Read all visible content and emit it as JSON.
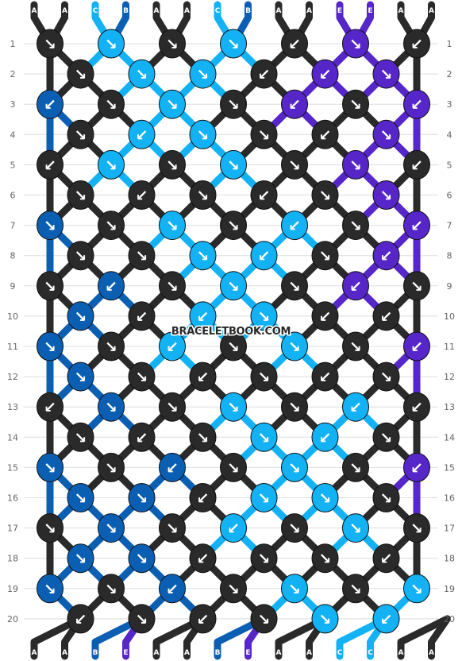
{
  "watermark": "BRACELETBOOK.COM",
  "palette": {
    "A": "#2a2a2a",
    "B": "#0b5fb3",
    "C": "#12b2f5",
    "E": "#5626c9"
  },
  "row_labels": [
    "1",
    "2",
    "3",
    "4",
    "5",
    "6",
    "7",
    "8",
    "9",
    "10",
    "11",
    "12",
    "13",
    "14",
    "15",
    "16",
    "17",
    "18",
    "19",
    "20"
  ],
  "top_strings": [
    "A",
    "A",
    "C",
    "B",
    "A",
    "A",
    "C",
    "B",
    "A",
    "A",
    "E",
    "E",
    "A",
    "A"
  ],
  "bottom_strings": [
    "A",
    "A",
    "B",
    "E",
    "A",
    "A",
    "B",
    "E",
    "A",
    "A",
    "C",
    "C",
    "A",
    "A"
  ],
  "knot_arrows": {
    "nw_to_se": "↘",
    "ne_to_sw": "↙"
  },
  "knot_rows": [
    [
      [
        "A",
        "↘"
      ],
      [
        "C",
        "↘"
      ],
      [
        "A",
        "↘"
      ],
      [
        "C",
        "↘"
      ],
      [
        "A",
        "↙"
      ],
      [
        "E",
        "↘"
      ],
      [
        "A",
        "↙"
      ]
    ],
    [
      [
        "A",
        "↘"
      ],
      [
        "C",
        "↘"
      ],
      [
        "C",
        "↘"
      ],
      [
        "A",
        "↙"
      ],
      [
        "E",
        "↙"
      ],
      [
        "E",
        "↘"
      ]
    ],
    [
      [
        "B",
        "↙"
      ],
      [
        "A",
        "↘"
      ],
      [
        "C",
        "↘"
      ],
      [
        "A",
        "↘"
      ],
      [
        "E",
        "↙"
      ],
      [
        "A",
        "↘"
      ],
      [
        "E",
        "↙"
      ]
    ],
    [
      [
        "A",
        "↘"
      ],
      [
        "C",
        "↙"
      ],
      [
        "C",
        "↘"
      ],
      [
        "A",
        "↘"
      ],
      [
        "A",
        "↙"
      ],
      [
        "E",
        "↘"
      ]
    ],
    [
      [
        "A",
        "↙"
      ],
      [
        "C",
        "↘"
      ],
      [
        "A",
        "↘"
      ],
      [
        "C",
        "↘"
      ],
      [
        "A",
        "↘"
      ],
      [
        "E",
        "↘"
      ],
      [
        "A",
        "↙"
      ]
    ],
    [
      [
        "A",
        "↘"
      ],
      [
        "A",
        "↙"
      ],
      [
        "A",
        "↘"
      ],
      [
        "A",
        "↙"
      ],
      [
        "A",
        "↘"
      ],
      [
        "E",
        "↘"
      ]
    ],
    [
      [
        "B",
        "↘"
      ],
      [
        "A",
        "↘"
      ],
      [
        "C",
        "↘"
      ],
      [
        "A",
        "↘"
      ],
      [
        "C",
        "↙"
      ],
      [
        "A",
        "↘"
      ],
      [
        "E",
        "↙"
      ]
    ],
    [
      [
        "A",
        "↘"
      ],
      [
        "A",
        "↘"
      ],
      [
        "C",
        "↘"
      ],
      [
        "C",
        "↙"
      ],
      [
        "A",
        "↘"
      ],
      [
        "E",
        "↙"
      ]
    ],
    [
      [
        "A",
        "↘"
      ],
      [
        "B",
        "↙"
      ],
      [
        "A",
        "↘"
      ],
      [
        "C",
        "↘"
      ],
      [
        "A",
        "↘"
      ],
      [
        "E",
        "↙"
      ],
      [
        "A",
        "↘"
      ]
    ],
    [
      [
        "B",
        "↘"
      ],
      [
        "A",
        "↙"
      ],
      [
        "C",
        "↙"
      ],
      [
        "C",
        "↘"
      ],
      [
        "A",
        "↙"
      ],
      [
        "A",
        "↙"
      ]
    ],
    [
      [
        "B",
        "↘"
      ],
      [
        "A",
        "↘"
      ],
      [
        "C",
        "↙"
      ],
      [
        "A",
        "↘"
      ],
      [
        "C",
        "↘"
      ],
      [
        "A",
        "↘"
      ],
      [
        "E",
        "↙"
      ]
    ],
    [
      [
        "B",
        "↘"
      ],
      [
        "A",
        "↘"
      ],
      [
        "A",
        "↙"
      ],
      [
        "A",
        "↘"
      ],
      [
        "A",
        "↙"
      ],
      [
        "A",
        "↘"
      ]
    ],
    [
      [
        "A",
        "↙"
      ],
      [
        "B",
        "↘"
      ],
      [
        "A",
        "↘"
      ],
      [
        "C",
        "↘"
      ],
      [
        "A",
        "↘"
      ],
      [
        "C",
        "↙"
      ],
      [
        "A",
        "↙"
      ]
    ],
    [
      [
        "A",
        "↘"
      ],
      [
        "A",
        "↙"
      ],
      [
        "A",
        "↘"
      ],
      [
        "C",
        "↘"
      ],
      [
        "C",
        "↙"
      ],
      [
        "A",
        "↘"
      ]
    ],
    [
      [
        "B",
        "↘"
      ],
      [
        "A",
        "↘"
      ],
      [
        "B",
        "↙"
      ],
      [
        "A",
        "↘"
      ],
      [
        "C",
        "↘"
      ],
      [
        "A",
        "↘"
      ],
      [
        "E",
        "↙"
      ]
    ],
    [
      [
        "B",
        "↘"
      ],
      [
        "B",
        "↘"
      ],
      [
        "A",
        "↙"
      ],
      [
        "C",
        "↘"
      ],
      [
        "C",
        "↘"
      ],
      [
        "A",
        "↘"
      ]
    ],
    [
      [
        "A",
        "↘"
      ],
      [
        "B",
        "↘"
      ],
      [
        "A",
        "↘"
      ],
      [
        "C",
        "↙"
      ],
      [
        "A",
        "↘"
      ],
      [
        "C",
        "↘"
      ],
      [
        "A",
        "↘"
      ]
    ],
    [
      [
        "B",
        "↘"
      ],
      [
        "B",
        "↘"
      ],
      [
        "A",
        "↙"
      ],
      [
        "A",
        "↘"
      ],
      [
        "A",
        "↘"
      ],
      [
        "A",
        "↙"
      ]
    ],
    [
      [
        "B",
        "↘"
      ],
      [
        "A",
        "↘"
      ],
      [
        "B",
        "↙"
      ],
      [
        "A",
        "↘"
      ],
      [
        "C",
        "↘"
      ],
      [
        "A",
        "↘"
      ],
      [
        "C",
        "↘"
      ]
    ],
    [
      [
        "A",
        "↙"
      ],
      [
        "A",
        "↘"
      ],
      [
        "A",
        "↙"
      ],
      [
        "A",
        "↘"
      ],
      [
        "C",
        "↘"
      ],
      [
        "C",
        "↙"
      ]
    ]
  ]
}
